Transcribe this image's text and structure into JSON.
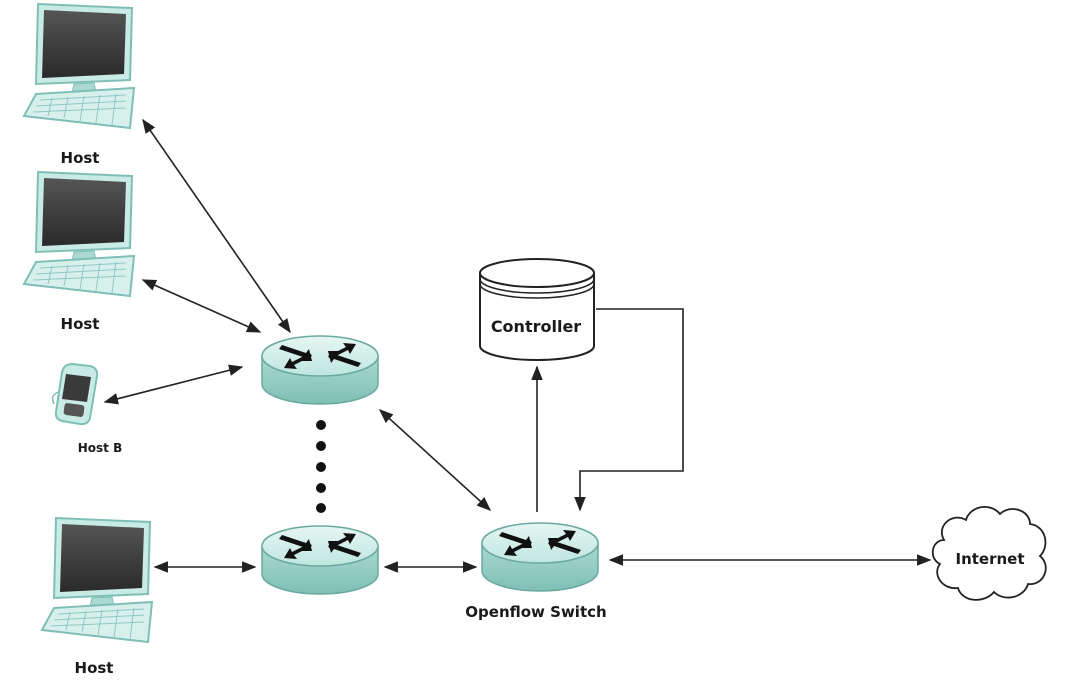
{
  "labels": {
    "host_top": "Host",
    "host_middle": "Host",
    "host_b": "Host B",
    "host_bottom": "Host",
    "controller": "Controller",
    "openflow_switch": "Openflow Switch",
    "internet": "Internet"
  },
  "icons": {
    "host": "desktop-computer-icon",
    "phone": "mobile-phone-icon",
    "router": "router-icon",
    "controller": "database-cylinder-icon",
    "cloud": "cloud-icon"
  },
  "colors": {
    "device_teal": "#b9e3dd",
    "device_teal_dark": "#7fbfb6",
    "screen_dark": "#333333",
    "line": "#222222"
  }
}
